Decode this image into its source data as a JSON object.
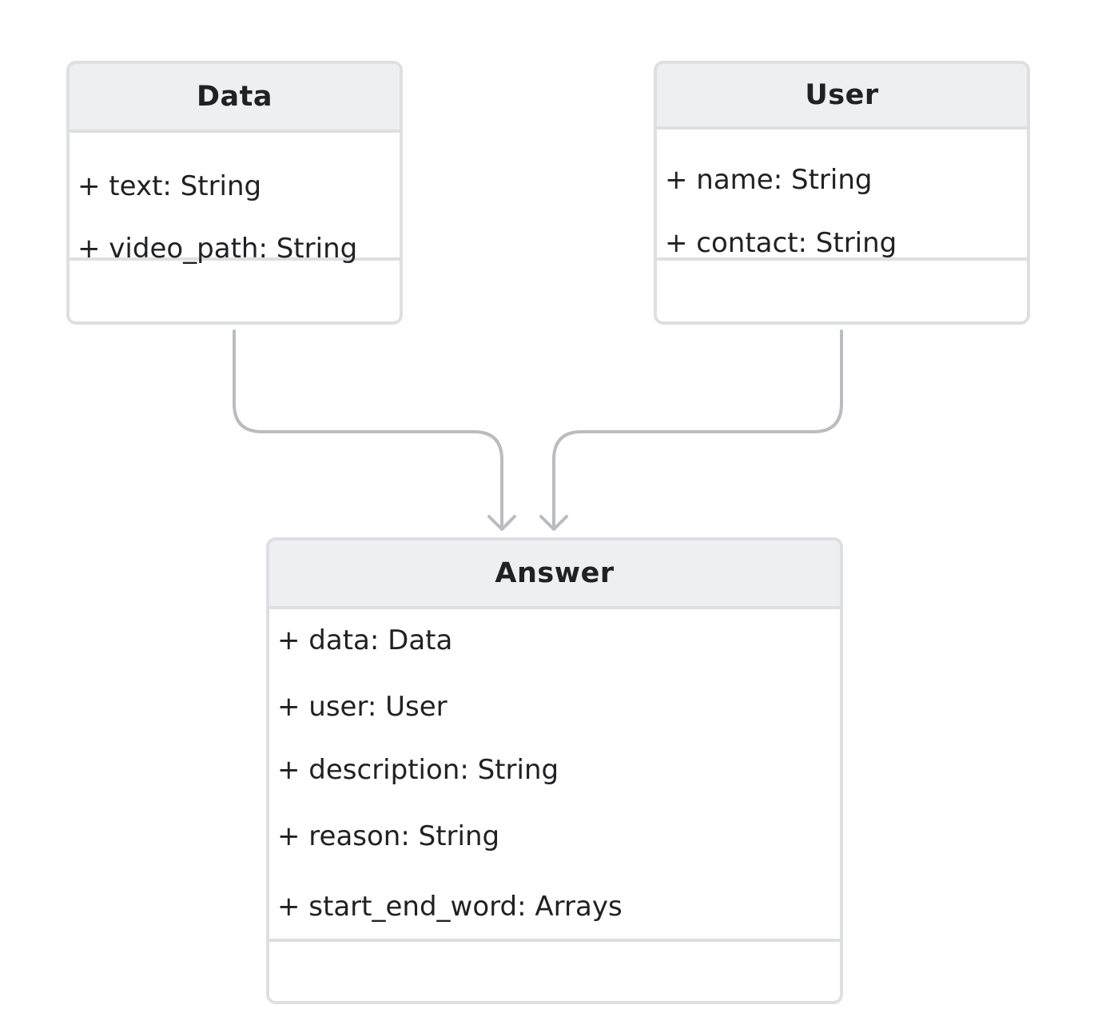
{
  "classes": {
    "data": {
      "name": "Data",
      "attributes": [
        "+ text: String",
        "+ video_path: String"
      ]
    },
    "user": {
      "name": "User",
      "attributes": [
        "+ name: String",
        "+ contact: String"
      ]
    },
    "answer": {
      "name": "Answer",
      "attributes": [
        "+ data: Data",
        "+ user: User",
        "+ description: String",
        "+ reason: String",
        "+ start_end_word: Arrays"
      ]
    }
  },
  "relations": [
    {
      "from": "Data",
      "to": "Answer"
    },
    {
      "from": "User",
      "to": "Answer"
    }
  ],
  "colors": {
    "header_bg": "#eeeff1",
    "border": "#dedfe2",
    "connector": "#b9bcc1",
    "text": "#202124"
  }
}
